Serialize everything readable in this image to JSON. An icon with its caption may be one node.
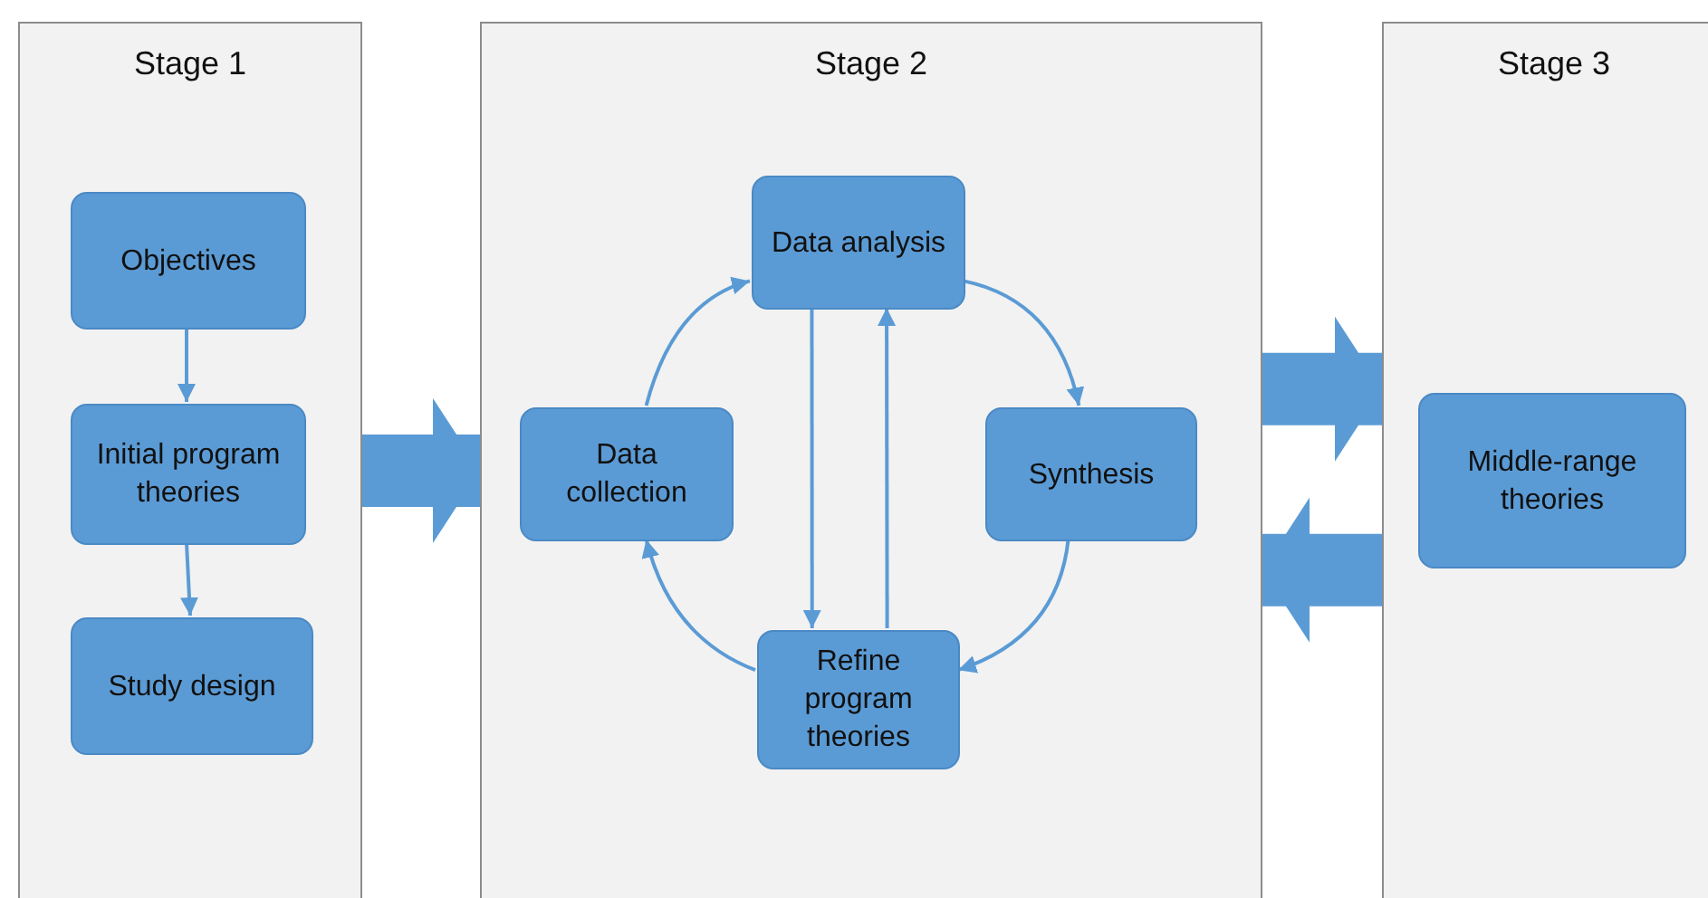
{
  "diagram": {
    "nodes": [
      {
        "text": [
          "Stage 1"
        ]
      },
      {
        "text": [
          "Objectives"
        ],
        "in": 0
      },
      {
        "text": [
          "Initial program theories"
        ],
        "in": 0
      },
      {
        "text": [
          "Study design"
        ],
        "in": 0
      },
      {
        "text": [
          "Stage 2"
        ]
      },
      {
        "text": [
          "Data analysis"
        ],
        "in": 4
      },
      {
        "text": [
          "Data collection"
        ],
        "in": 4
      },
      {
        "text": [
          "Synthesis"
        ],
        "in": 4
      },
      {
        "text": [
          "Refine program theories"
        ],
        "in": 4
      },
      {
        "text": [
          "Stage 3"
        ]
      },
      {
        "text": [
          "Middle-range theories"
        ],
        "in": 9
      }
    ],
    "edges": [
      {
        "from": 1,
        "to": 2,
        "arrow": "to"
      },
      {
        "from": 2,
        "to": 3,
        "arrow": "to"
      },
      {
        "from": 0,
        "to": 4,
        "arrow": "to",
        "style": "thick"
      },
      {
        "from": 6,
        "to": 5,
        "arrow": "to"
      },
      {
        "from": 5,
        "to": 7,
        "arrow": "to"
      },
      {
        "from": 7,
        "to": 8,
        "arrow": "to"
      },
      {
        "from": 8,
        "to": 6,
        "arrow": "to"
      },
      {
        "from": 5,
        "to": 8,
        "arrow": "to"
      },
      {
        "from": 8,
        "to": 5,
        "arrow": "to"
      },
      {
        "from": 4,
        "to": 9,
        "arrow": "to",
        "style": "thick"
      },
      {
        "from": 9,
        "to": 4,
        "arrow": "to",
        "style": "thick"
      }
    ]
  }
}
